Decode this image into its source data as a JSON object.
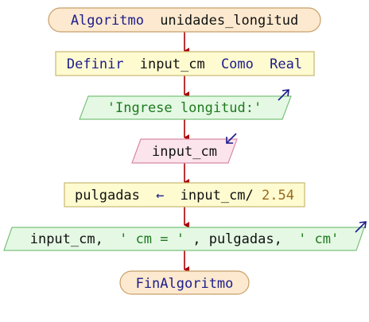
{
  "flowchart": {
    "start": {
      "keyword": "Algoritmo",
      "name": "unidades_longitud"
    },
    "define": {
      "keyword": "Definir",
      "variable": "input_cm",
      "como": "Como",
      "type": "Real"
    },
    "output1": {
      "text": "'Ingrese longitud:'"
    },
    "input1": {
      "variable": "input_cm"
    },
    "assign": {
      "target": "pulgadas",
      "arrow": "←",
      "expr": "input_cm/",
      "number": "2.54"
    },
    "output2": {
      "part1": "input_cm,",
      "part2": "' cm = '",
      "part3": ", pulgadas,",
      "part4": "' cm'"
    },
    "end": {
      "keyword": "FinAlgoritmo"
    }
  },
  "colors": {
    "terminal_fill": "#fce9cf",
    "process_fill": "#fefbd0",
    "io_out_fill": "#e4f8e4",
    "io_in_fill": "#fce4ec",
    "connector": "#aa0000",
    "io_arrow": "#1a1a8a"
  }
}
